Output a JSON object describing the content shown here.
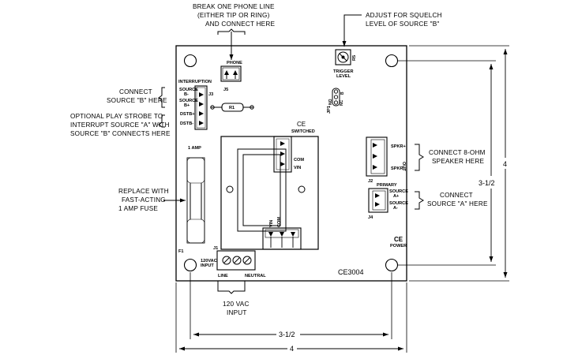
{
  "labels": {
    "break_phone_line": [
      "BREAK ONE PHONE LINE",
      "(EITHER TIP OR RING)",
      "AND CONNECT HERE"
    ],
    "adjust_squelch": [
      "ADJUST FOR SQUELCH",
      "LEVEL OF SOURCE \"B\""
    ],
    "connect_source_b": [
      "CONNECT",
      "SOURCE \"B\" HERE"
    ],
    "optional_strobe": [
      "OPTIONAL PLAY STROBE TO",
      "INTERRUPT SOURCE \"A\" WITH",
      "SOURCE \"B\" CONNECTS HERE"
    ],
    "replace_fuse": [
      "REPLACE WITH",
      "FAST-ACTING",
      "1 AMP FUSE"
    ],
    "connect_speaker": [
      "CONNECT 8-OHM",
      "SPEAKER HERE"
    ],
    "connect_source_a": [
      "CONNECT",
      "SOURCE \"A\" HERE"
    ],
    "vac_input": [
      "120 VAC",
      "INPUT"
    ]
  },
  "board": {
    "phone": "PHONE",
    "j5": "J5",
    "interruption": "INTERRUPTION",
    "j3": "J3",
    "source_b_minus": [
      "SOURCE",
      "B-"
    ],
    "source_b_plus": [
      "SOURCE",
      "B+"
    ],
    "dstb_plus": "DSTB+",
    "dstb_minus": "DSTB-",
    "r1": "R1",
    "trigger_level": [
      "TRIGGER",
      "LEVEL"
    ],
    "r5": "R5",
    "jp1": "JP1",
    "jp1_pins": [
      "NO",
      "B",
      "NC"
    ],
    "one_amp": "1 AMP",
    "switched": "SWITCHED",
    "com": "COM",
    "vin": "VIN",
    "reg_pins": [
      "VIN",
      "COM"
    ],
    "spkr_plus": "SPKR+",
    "out": "OUT",
    "spkr_minus": "SPKR-",
    "j2": "J2",
    "primary": "PRIMARY",
    "source_a_plus": [
      "SOURCE",
      "A+"
    ],
    "source_a_minus": [
      "SOURCE",
      "A-"
    ],
    "j4": "J4",
    "f1": "F1",
    "j1": "J1",
    "vac_input": [
      "120VAC",
      "INPUT"
    ],
    "line": "LINE",
    "neutral": "NEUTRAL",
    "power": "POWER",
    "model": "CE3004"
  },
  "dimensions": {
    "height_outer": "4",
    "height_inner": "3-1/2",
    "width_inner": "3-1/2",
    "width_outer": "4"
  }
}
